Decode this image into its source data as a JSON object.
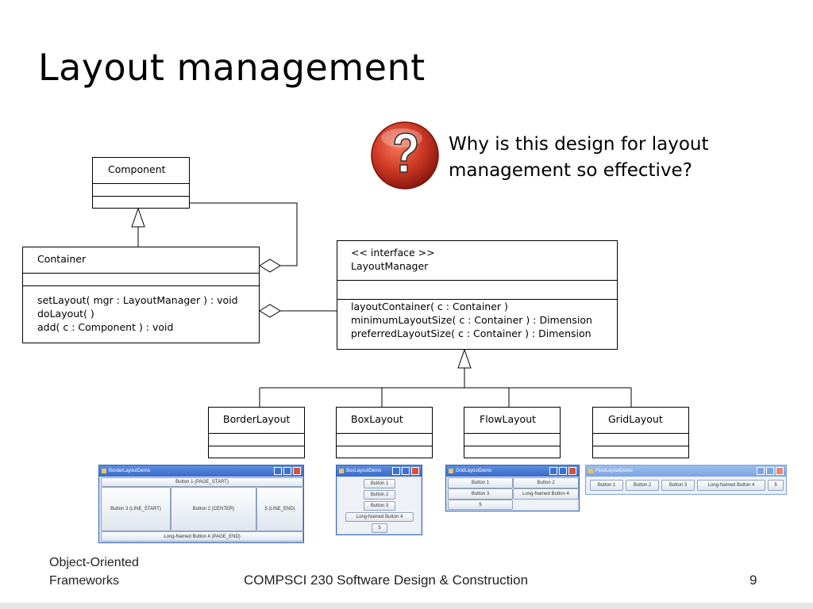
{
  "slide": {
    "title": "Layout management",
    "question_line1": "Why is this design for layout",
    "question_line2": "management so effective?",
    "question_icon": "question-mark-icon"
  },
  "uml": {
    "component": {
      "name": "Component"
    },
    "container": {
      "name": "Container",
      "methods": [
        "setLayout( mgr : LayoutManager ) : void",
        "doLayout( )",
        "add( c : Component ) : void"
      ]
    },
    "layout_manager": {
      "stereotype": "<< interface >>",
      "name": "LayoutManager",
      "methods": [
        "layoutContainer( c : Container )",
        "minimumLayoutSize( c : Container ) : Dimension",
        "preferredLayoutSize( c : Container ) : Dimension"
      ]
    },
    "implementations": [
      "BorderLayout",
      "BoxLayout",
      "FlowLayout",
      "GridLayout"
    ]
  },
  "demos": {
    "border": {
      "title": "BorderLayoutDemo",
      "buttons": [
        "Button 1 (PAGE_START)",
        "Button 3 (LINE_START)",
        "Button 2 (CENTER)",
        "5 (LINE_END)",
        "Long-Named Button 4 (PAGE_END)"
      ]
    },
    "box": {
      "title": "BoxLayoutDemo",
      "buttons": [
        "Button 1",
        "Button 2",
        "Button 3",
        "Long-Named Button 4",
        "5"
      ]
    },
    "grid": {
      "title": "GridLayoutDemo",
      "buttons": [
        "Button 1",
        "Button 2",
        "Button 3",
        "Long-Named Button 4",
        "5"
      ]
    },
    "flow": {
      "title": "FlowLayoutDemo",
      "buttons": [
        "Button 1",
        "Button 2",
        "Button 3",
        "Long-Named Button 4",
        "5"
      ]
    }
  },
  "footer": {
    "left_line1": "Object-Oriented",
    "left_line2": "Frameworks",
    "course": "COMPSCI 230 Software Design & Construction",
    "page": "9"
  },
  "colors": {
    "window_frame": "#2f5fb5",
    "icon_red": "#c8382a"
  }
}
